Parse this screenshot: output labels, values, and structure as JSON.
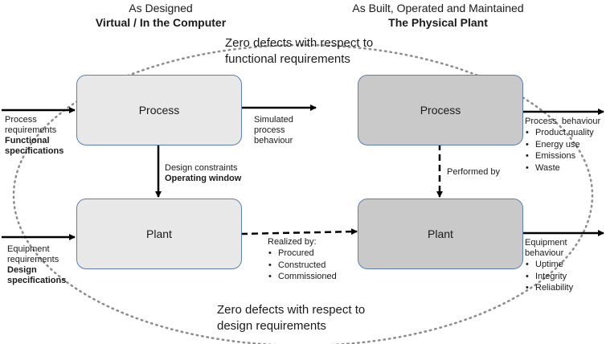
{
  "headers": {
    "virtual_line1": "As Designed",
    "virtual_line2": "Virtual / In the Computer",
    "physical_line1": "As Built, Operated and Maintained",
    "physical_line2": "The Physical Plant"
  },
  "zero_defects_functional": [
    "Zero defects with respect to",
    "functional requirements"
  ],
  "zero_defects_design": [
    "Zero defects with respect to",
    "design requirements"
  ],
  "boxes": {
    "virtual_process": "Process",
    "virtual_plant": "Plant",
    "physical_process": "Process",
    "physical_plant": "Plant"
  },
  "inputs": {
    "process_req": [
      "Process",
      "requirements"
    ],
    "functional_spec": [
      "Functional",
      "specifications"
    ],
    "equipment_req": [
      "Equipment",
      "requirements"
    ],
    "design_spec": [
      "Design",
      "specifications"
    ]
  },
  "simulated": [
    "Simulated",
    "process",
    "behaviour"
  ],
  "design_constraints": "Design constraints",
  "operating_window": "Operating window",
  "performed_by": "Performed by",
  "realized_by": {
    "title": "Realized by:",
    "items": [
      "Procured",
      "Constructed",
      "Commissioned"
    ]
  },
  "process_behaviour": {
    "title": "Process  behaviour",
    "items": [
      "Product quality",
      "Energy use",
      "Emissions",
      "Waste"
    ]
  },
  "equipment_behaviour": {
    "title": [
      "Equipment",
      "behaviour"
    ],
    "items": [
      "Uptime",
      "Integrity",
      "Reliability"
    ]
  }
}
